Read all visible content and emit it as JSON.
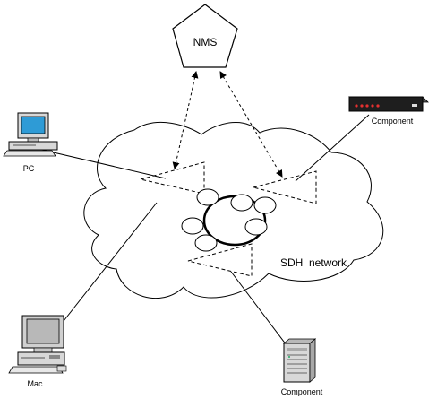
{
  "diagram": {
    "nms_label": "NMS",
    "network_label": "SDH  network",
    "devices": {
      "pc_label": "PC",
      "mac_label": "Mac",
      "component_top_label": "Component",
      "component_bottom_label": "Component"
    }
  }
}
